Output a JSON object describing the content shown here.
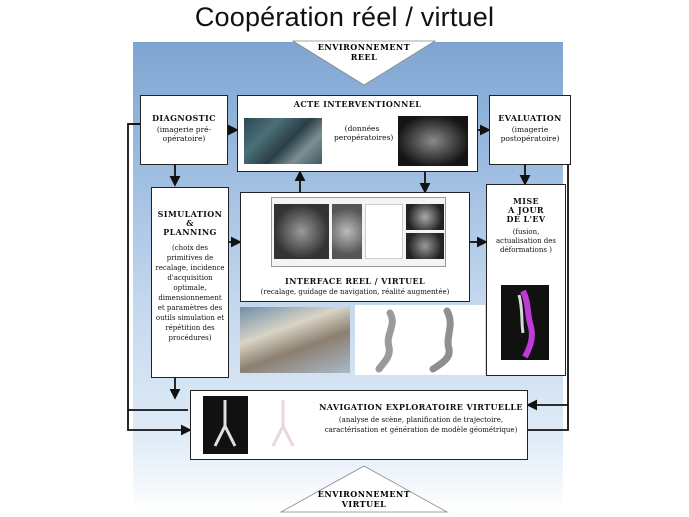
{
  "title": "Coopération réel / virtuel",
  "env_real": {
    "line1": "ENVIRONNEMENT",
    "line2": "REEL"
  },
  "env_virtual": {
    "line1": "ENVIRONNEMENT",
    "line2": "VIRTUEL"
  },
  "diagnostic": {
    "title": "DIAGNOSTIC",
    "text": "(imagerie pré-opératoire)"
  },
  "acte": {
    "title": "ACTE INTERVENTIONNEL",
    "text": "(données peropératoires)"
  },
  "evaluation": {
    "title": "EVALUATION",
    "text": "(imagerie postopératoire)"
  },
  "simulation": {
    "title1": "SIMULATION",
    "title2": "&",
    "title3": "PLANNING",
    "text": "(choix des primitives de recalage, incidence d'acquisition optimale, dimensionnement et paramètres des outils simulation et répétition des procédures)"
  },
  "interface": {
    "title": "INTERFACE REEL / VIRTUEL",
    "text": "(recalage, guidage de navigation, réalité augmentée)"
  },
  "mise_a_jour": {
    "title1": "MISE",
    "title2": "A JOUR",
    "title3": "DE L'EV",
    "text": "(fusion, actualisation des déformations )"
  },
  "navigation": {
    "title": "NAVIGATION EXPLORATOIRE VIRTUELLE",
    "text": "(analyse de scène, planification de trajectoire, caractérisation et génération de modèle géométrique)"
  }
}
